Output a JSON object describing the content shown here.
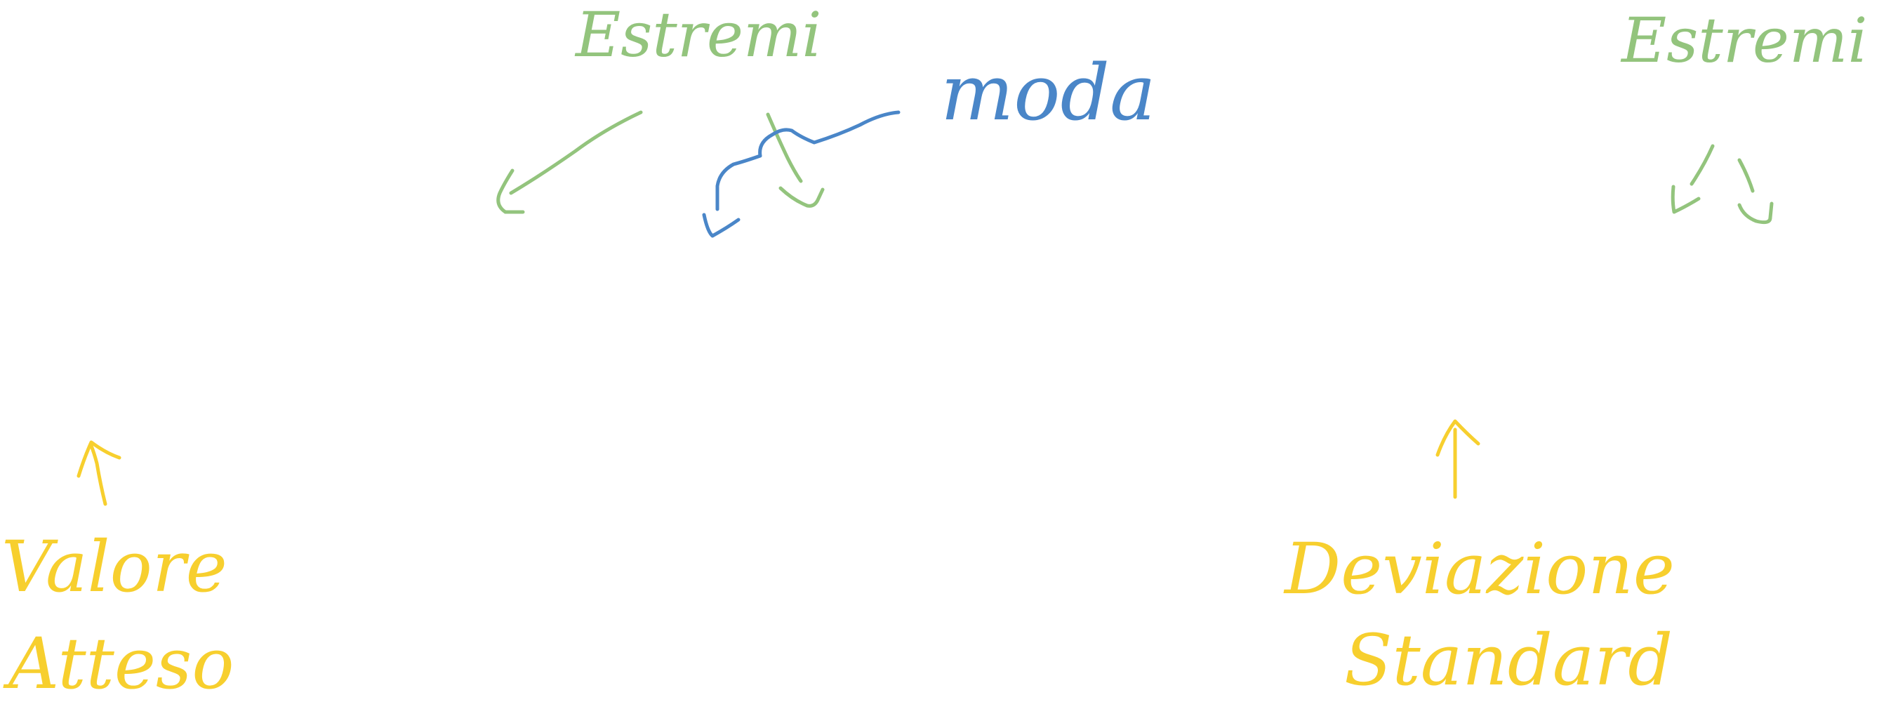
{
  "colors": {
    "green": "#93c47d",
    "blue": "#4a86c8",
    "yellow": "#f7cf2e",
    "background": "#ffffff"
  },
  "labels": {
    "estremi_left": "Estremi",
    "moda": "moda",
    "estremi_right": "Estremi",
    "valore_line1": "Valore",
    "valore_line2": "Atteso",
    "deviazione_line1": "Deviazione",
    "deviazione_line2": "Standard"
  }
}
